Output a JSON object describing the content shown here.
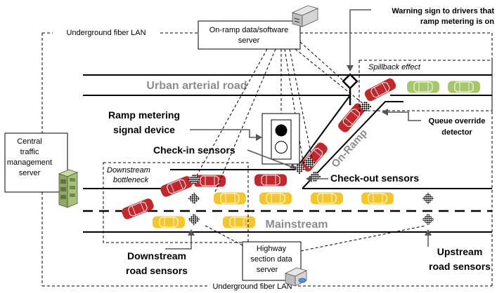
{
  "labels": {
    "lan_top": "Underground fiber LAN",
    "lan_bottom": "Underground fiber LAN",
    "warning_line1": "Warning sign to  drivers that",
    "warning_line2": "ramp metering is on",
    "onramp_server_line1": "On-ramp data/software",
    "onramp_server_line2": "server",
    "spillback": "Spillback effect",
    "urban_road": "Urban arterial road",
    "ramp_signal_line1": "Ramp metering",
    "ramp_signal_line2": "signal device",
    "queue_override_line1": "Queue override",
    "queue_override_line2": "detector",
    "central_line1": "Central",
    "central_line2": "traffic",
    "central_line3": "management",
    "central_line4": "server",
    "checkin": "Check-in sensors",
    "downstream_bottleneck_line1": "Downstream",
    "downstream_bottleneck_line2": "bottleneck",
    "onramp": "On-Ramp",
    "checkout": "Check-out sensors",
    "mainstream": "Mainstream",
    "downstream_sensors_line1": "Downstream",
    "downstream_sensors_line2": "road sensors",
    "highway_server_line1": "Highway",
    "highway_server_line2": "section data",
    "highway_server_line3": "server",
    "upstream_sensors_line1": "Upstream",
    "upstream_sensors_line2": "road sensors"
  },
  "colors": {
    "red_car": "#c0282d",
    "yellow_car": "#f2c62c",
    "green_car": "#a8c66c",
    "road_line": "#000000",
    "road_text": "#8c8c8c"
  }
}
